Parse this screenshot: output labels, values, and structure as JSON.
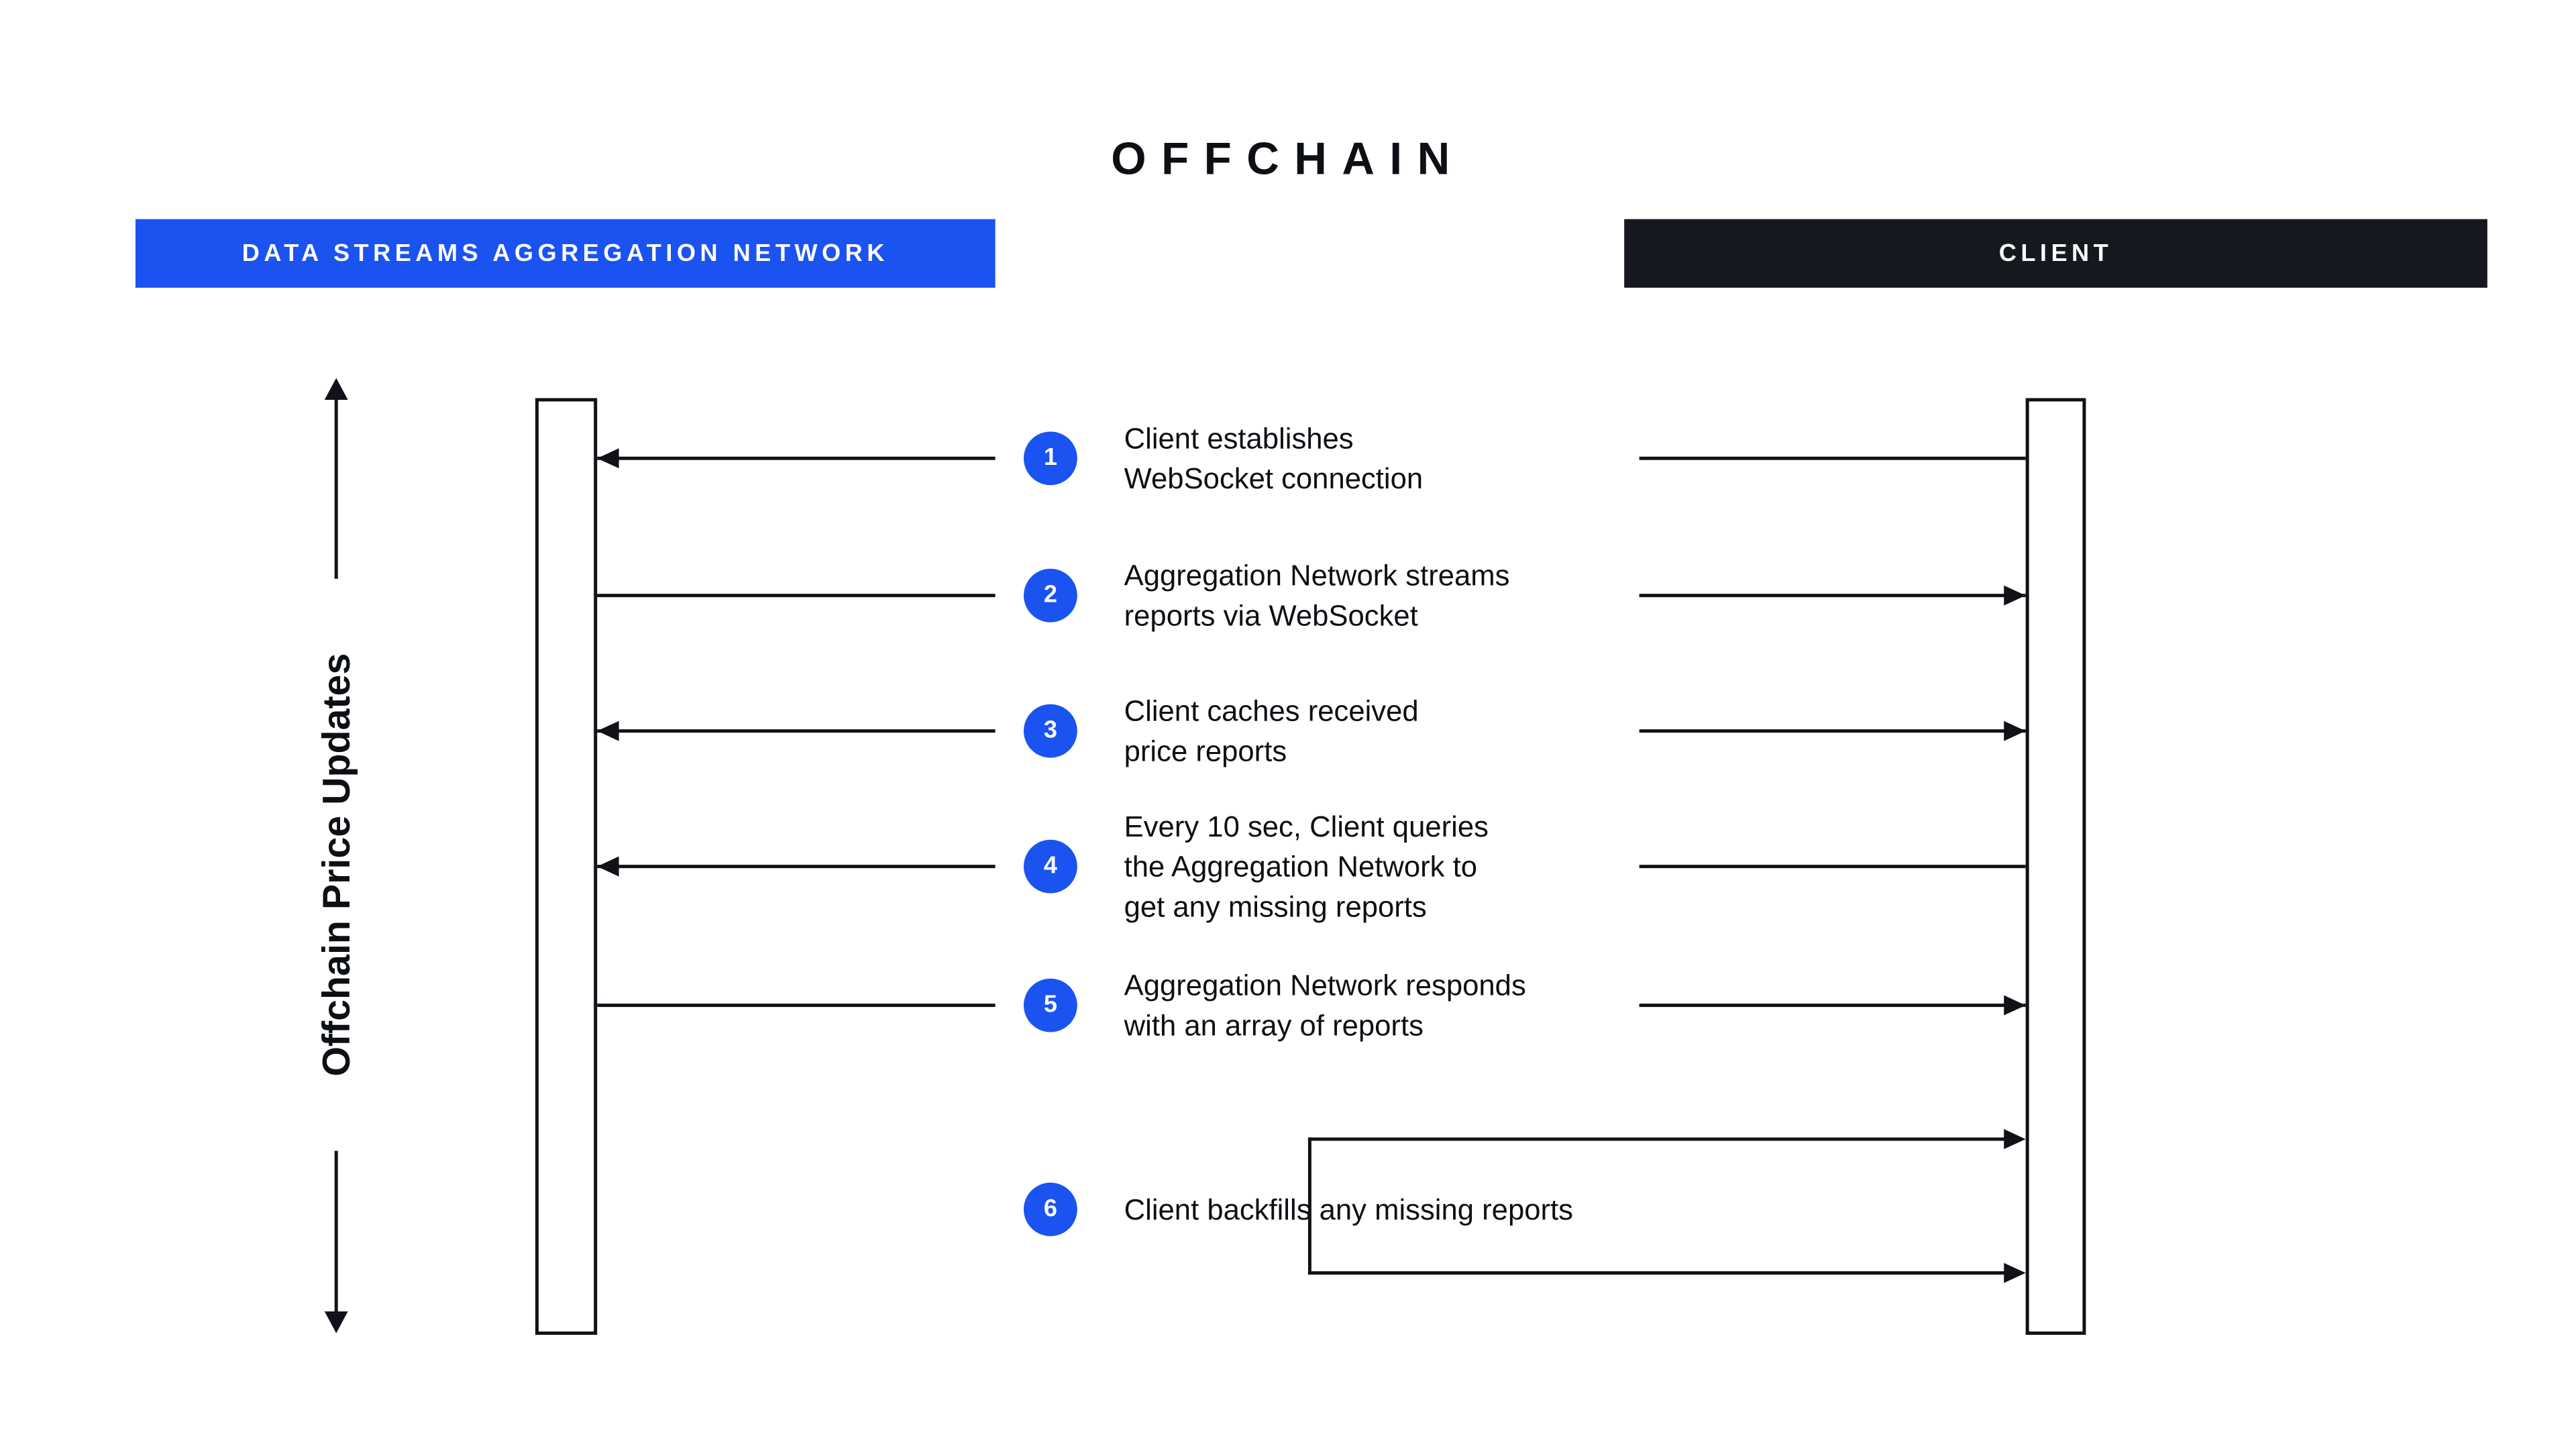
{
  "title": "OFFCHAIN",
  "actors": {
    "network": "DATA STREAMS AGGREGATION NETWORK",
    "client": "CLIENT"
  },
  "axis_label": "Offchain Price Updates",
  "steps": [
    {
      "num": "1",
      "text": "Client establishes\nWebSocket connection",
      "direction": "client-to-network"
    },
    {
      "num": "2",
      "text": "Aggregation Network streams\nreports via WebSocket",
      "direction": "network-to-client"
    },
    {
      "num": "3",
      "text": "Client caches received\nprice reports",
      "direction": "both-outward"
    },
    {
      "num": "4",
      "text": "Every 10 sec, Client queries\nthe Aggregation Network to\nget any missing reports",
      "direction": "client-to-network"
    },
    {
      "num": "5",
      "text": "Aggregation Network responds\nwith an array of reports",
      "direction": "network-to-client"
    },
    {
      "num": "6",
      "text": "Client backfills any missing reports",
      "direction": "client-self"
    }
  ],
  "colors": {
    "accent_blue": "#1A53F0",
    "header_dark": "#15181E",
    "stroke": "#101217",
    "text": "#0C0F14"
  }
}
